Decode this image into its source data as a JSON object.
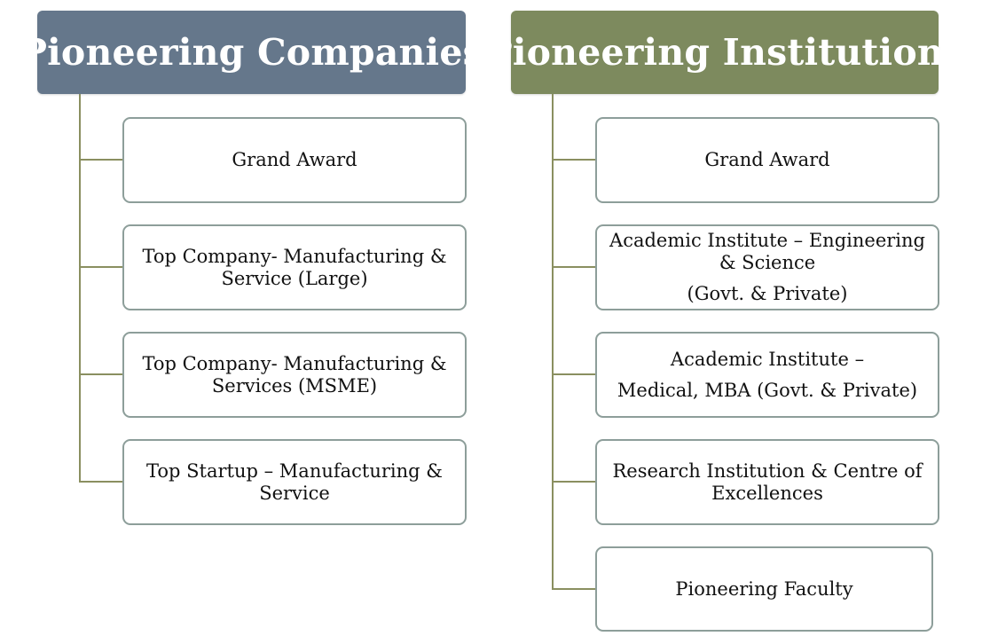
{
  "left": {
    "title": "Pioneering Companies",
    "items": [
      {
        "line1": "Grand Award"
      },
      {
        "line1": "Top Company- Manufacturing & Service (Large)"
      },
      {
        "line1": "Top Company- Manufacturing & Services (MSME)"
      },
      {
        "line1": "Top Startup – Manufacturing & Service"
      }
    ]
  },
  "right": {
    "title": "Pioneering Institutions",
    "items": [
      {
        "line1": "Grand Award"
      },
      {
        "line1": "Academic Institute – Engineering & Science",
        "line2": "(Govt. & Private)"
      },
      {
        "line1": "Academic Institute –",
        "line2": "Medical, MBA (Govt. & Private)"
      },
      {
        "line1": "Research Institution & Centre of Excellences"
      },
      {
        "line1": "Pioneering Faculty"
      }
    ]
  }
}
